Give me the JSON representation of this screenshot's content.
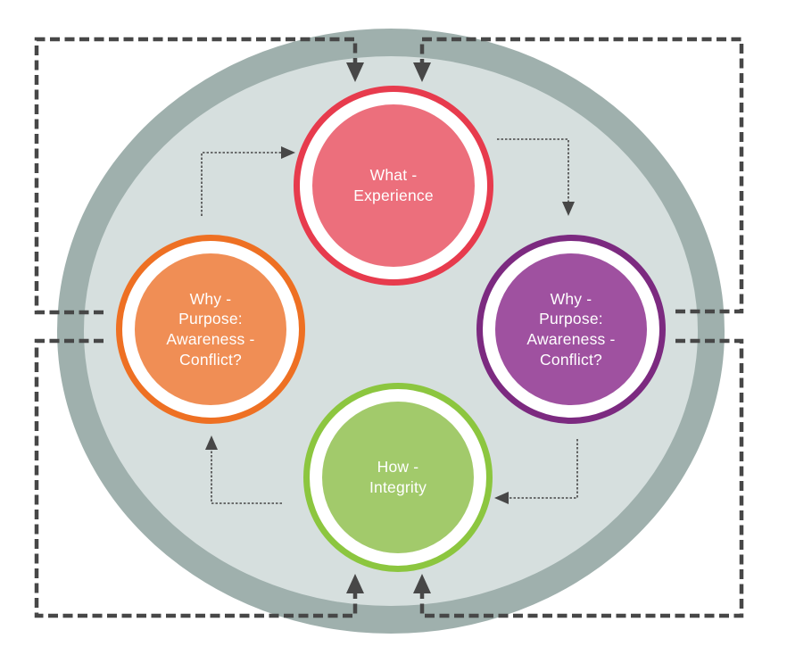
{
  "diagram": {
    "background": "#ffffff",
    "ellipse": {
      "ring_color": "#9fb0ad",
      "fill_color": "#d6dfde"
    },
    "arrows": {
      "color": "#474747"
    },
    "circles": [
      {
        "id": "what-experience",
        "label": "What -\nExperience",
        "ring_color": "#e73b4d",
        "fill_color": "#ec6f7c",
        "text_color": "#ffffff"
      },
      {
        "id": "why-purpose-right",
        "label": "Why -\nPurpose:\nAwareness -\nConflict?",
        "ring_color": "#7c2a80",
        "fill_color": "#9f51a0",
        "text_color": "#ffffff"
      },
      {
        "id": "how-integrity",
        "label": "How -\nIntegrity",
        "ring_color": "#8cc63f",
        "fill_color": "#a2ca6b",
        "text_color": "#ffffff"
      },
      {
        "id": "why-purpose-left",
        "label": "Why -\nPurpose:\nAwareness -\nConflict?",
        "ring_color": "#ee7023",
        "fill_color": "#f08e55",
        "text_color": "#ffffff"
      }
    ]
  }
}
